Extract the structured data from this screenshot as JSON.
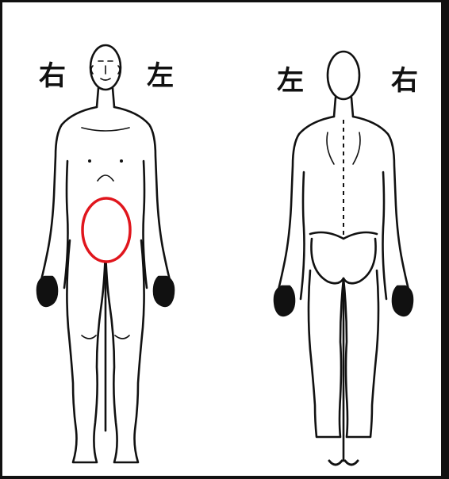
{
  "labels": {
    "front_right": "右",
    "front_left": "左",
    "back_left": "左",
    "back_right": "右"
  },
  "figures": {
    "front": {
      "view": "front"
    },
    "back": {
      "view": "back"
    }
  },
  "marker": {
    "shape": "circle",
    "region": "lower-abdomen",
    "stroke_color": "#e0161d",
    "fill_color": "#ffffff"
  },
  "colors": {
    "ink": "#111111",
    "background": "#ffffff",
    "marker": "#e0161d"
  }
}
